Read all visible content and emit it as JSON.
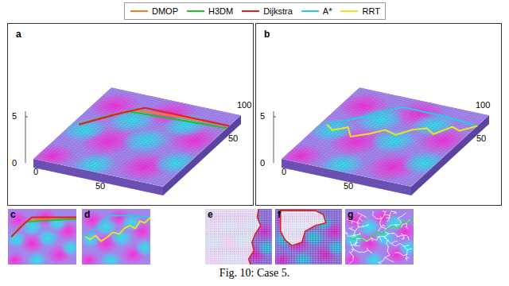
{
  "diagram": {
    "caption": "Fig. 10: Case 5.",
    "labels": [
      "a",
      "5",
      "0",
      "0",
      "50",
      "50",
      "100",
      "b",
      "5",
      "0",
      "0",
      "50",
      "50",
      "100",
      "c",
      "d",
      "e",
      "f",
      "g"
    ],
    "legend": [
      {
        "text": "DMOP"
      },
      {
        "text": "H3DM"
      },
      {
        "text": "Dijkstra"
      },
      {
        "text": "A*"
      },
      {
        "text": "RRT"
      }
    ]
  }
}
